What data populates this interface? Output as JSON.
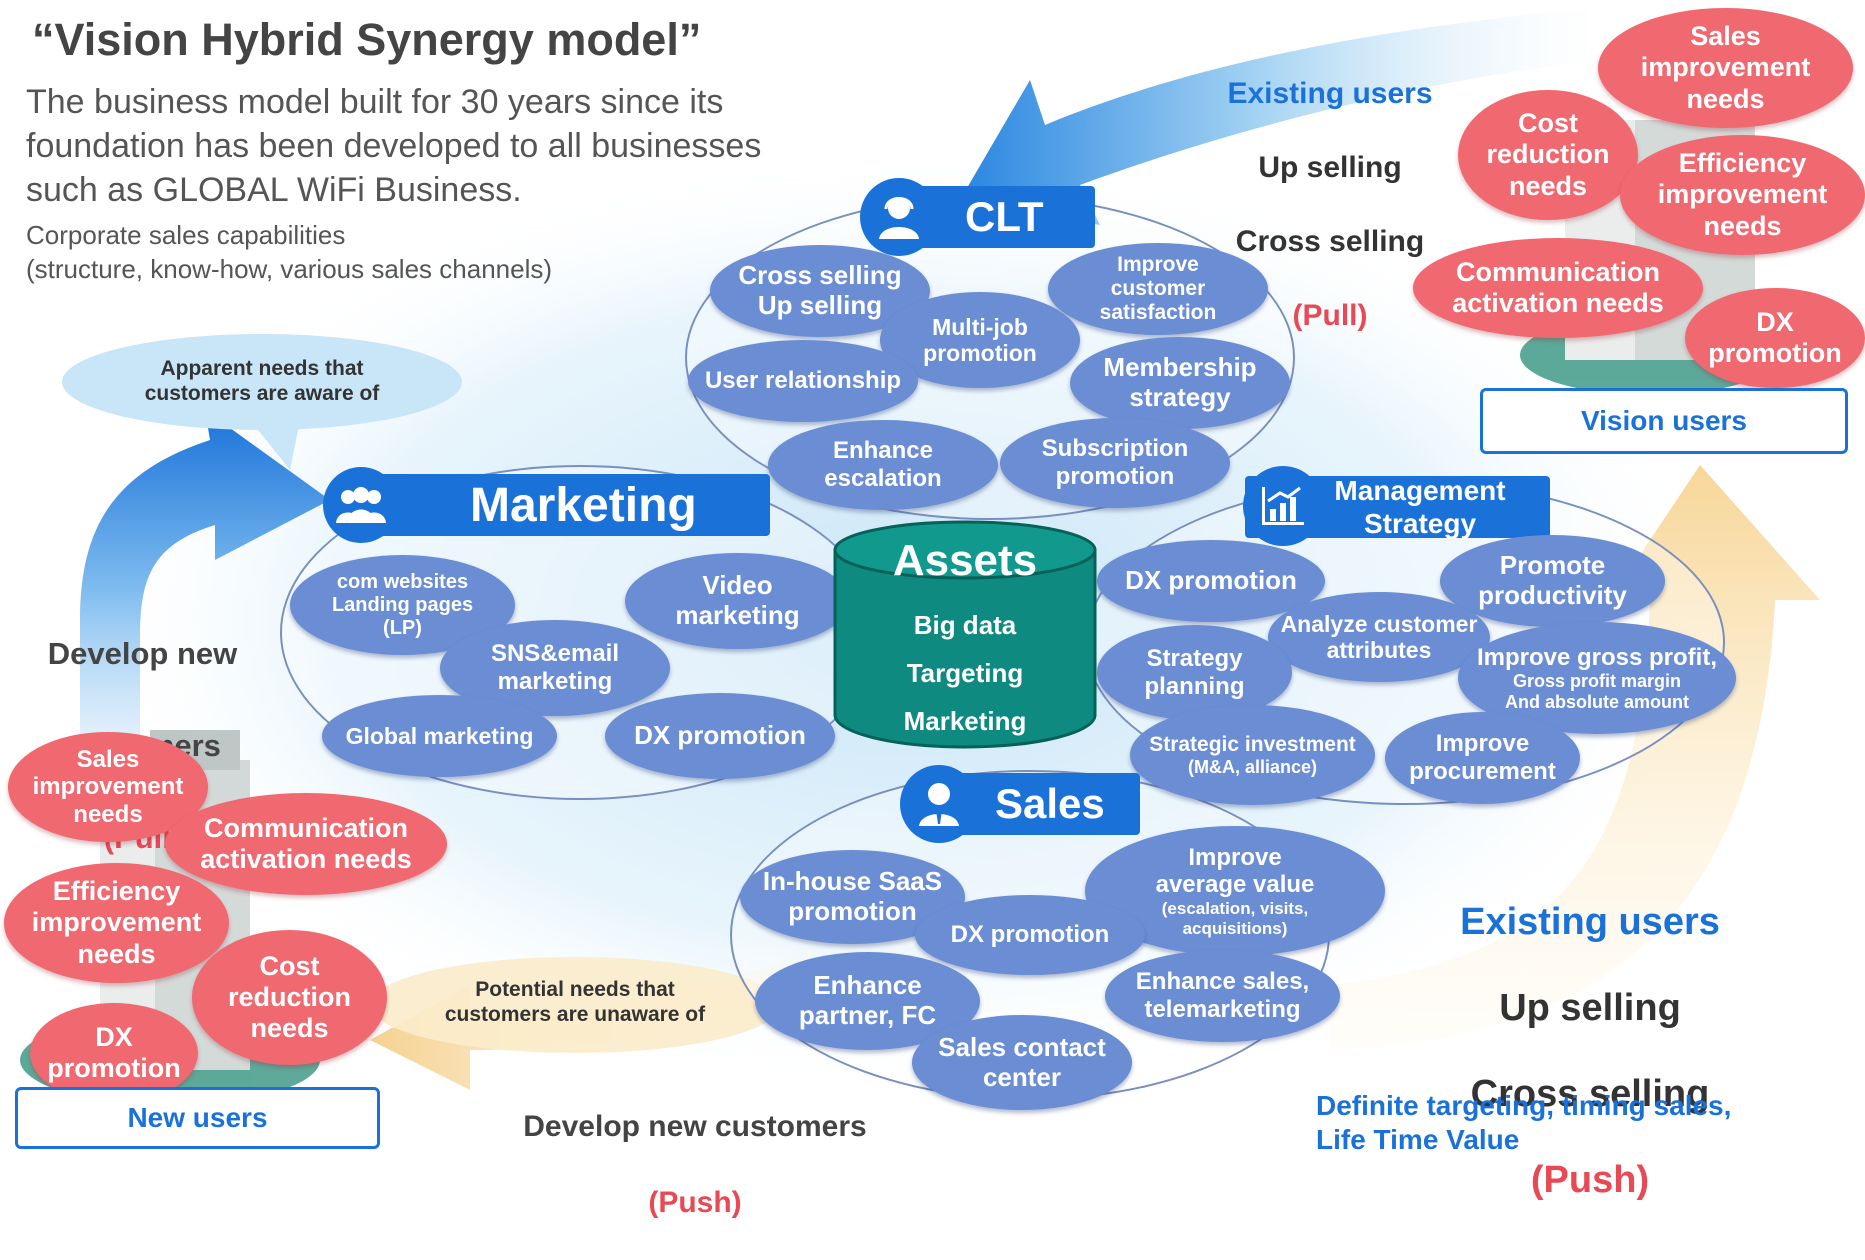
{
  "title": "“Vision Hybrid Synergy model”",
  "intro": {
    "line1": "The business model built for 30 years since its",
    "line2": "foundation has been developed to all businesses",
    "line3": "such as GLOBAL WiFi Business.",
    "sub1": "Corporate sales capabilities",
    "sub2": "(structure, know-how, various sales channels)"
  },
  "top_flow": {
    "l1": "Existing users",
    "l2": "Up selling",
    "l3": "Cross selling",
    "l4": "(Pull)"
  },
  "right_flow": {
    "l1": "Existing users",
    "l2": "Up selling",
    "l3": "Cross selling",
    "l4": "(Push)"
  },
  "left_flow": {
    "l1": "Develop new",
    "l2": "customers",
    "l3": "(Pull)"
  },
  "bottom_flow": {
    "l1": "Develop new customers",
    "l2": "(Push)"
  },
  "apparent_needs": "Apparent needs that\ncustomers are aware of",
  "potential_needs": "Potential needs that\ncustomers are unaware of",
  "definite": {
    "l1": "Definite targeting, timing sales,",
    "l2": "Life Time Value"
  },
  "vision_users": {
    "label": "Vision users",
    "needs": [
      "Sales\nimprovement\nneeds",
      "Cost\nreduction\nneeds",
      "Efficiency\nimprovement\nneeds",
      "Communication\nactivation needs",
      "DX\npromotion"
    ]
  },
  "new_users": {
    "label": "New users",
    "needs": [
      "Sales\nimprovement\nneeds",
      "Communication\nactivation needs",
      "Efficiency\nimprovement\nneeds",
      "Cost\nreduction\nneeds",
      "DX\npromotion"
    ]
  },
  "clt": {
    "title": "CLT",
    "items": [
      "Cross selling\nUp selling",
      "Improve\ncustomer\nsatisfaction",
      "Multi-job\npromotion",
      "User relationship",
      "Membership\nstrategy",
      "Enhance\nescalation",
      "Subscription\npromotion"
    ]
  },
  "marketing": {
    "title": "Marketing",
    "items": [
      "com websites\nLanding pages\n(LP)",
      "Video\nmarketing",
      "SNS&email\nmarketing",
      "Global marketing",
      "DX promotion"
    ]
  },
  "management": {
    "title": "Management\nStrategy",
    "items": [
      "DX promotion",
      "Promote\nproductivity",
      "Analyze customer\nattributes",
      "Strategy\nplanning",
      "Improve gross profit,",
      "Gross profit margin\nAnd absolute amount",
      "Strategic investment",
      "(M&A, alliance)",
      "Improve\nprocurement"
    ]
  },
  "sales": {
    "title": "Sales",
    "items": [
      "In-house SaaS\npromotion",
      "Improve\naverage value",
      "(escalation, visits,\nacquisitions)",
      "DX promotion",
      "Enhance\npartner, FC",
      "Enhance sales,\ntelemarketing",
      "Sales contact\ncenter"
    ]
  },
  "assets": {
    "title": "Assets",
    "items": [
      "Big data",
      "Targeting",
      "Marketing"
    ]
  },
  "colors": {
    "blue": "#1a72d9",
    "bubble": "#6a8dd4",
    "need": "#f06870",
    "teal": "#0e8a80",
    "accent_red": "#e84a55"
  }
}
